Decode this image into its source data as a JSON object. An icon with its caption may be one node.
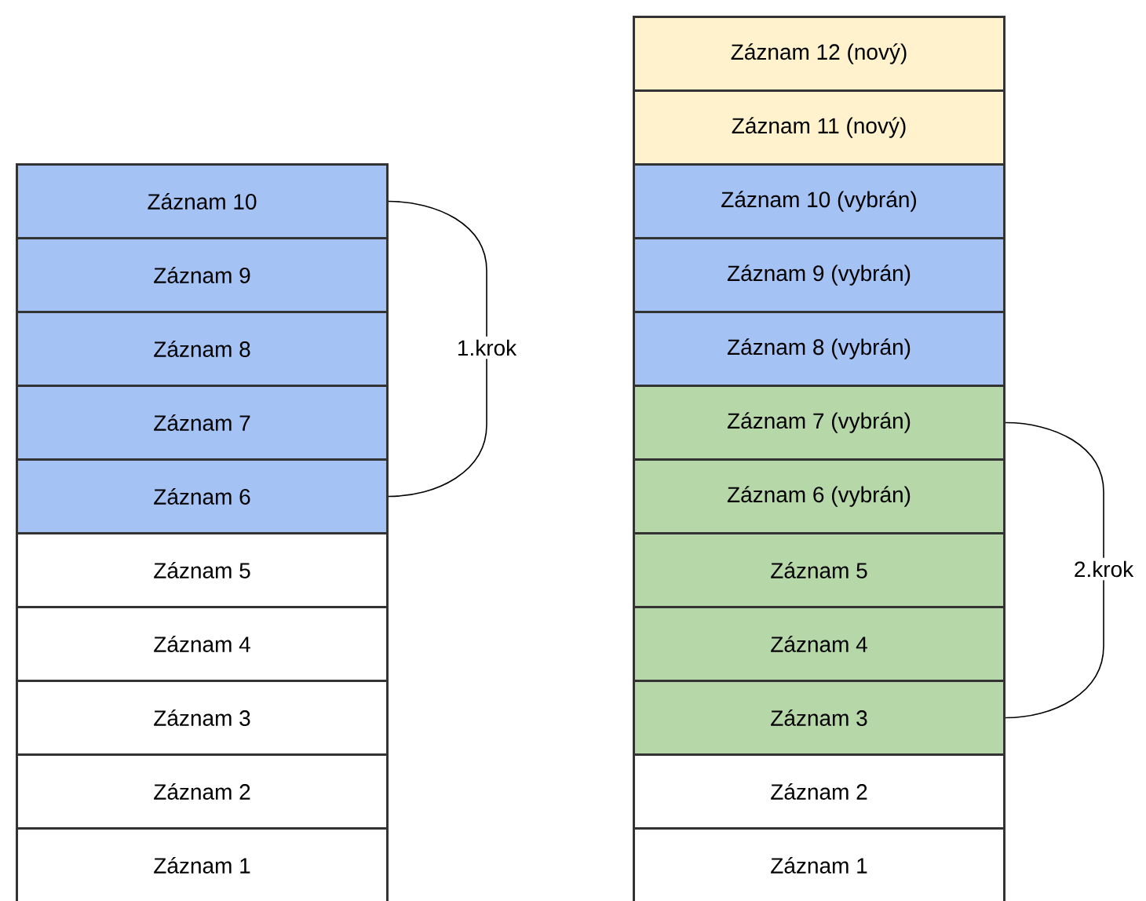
{
  "diagram": {
    "nodes": [
      {
        "text": [
          "Záznam 10"
        ]
      },
      {
        "text": [
          "Záznam 9"
        ]
      },
      {
        "text": [
          "Záznam 8"
        ]
      },
      {
        "text": [
          "Záznam 7"
        ]
      },
      {
        "text": [
          "Záznam 6"
        ]
      },
      {
        "text": [
          "Záznam 5"
        ]
      },
      {
        "text": [
          "Záznam 4"
        ]
      },
      {
        "text": [
          "Záznam 3"
        ]
      },
      {
        "text": [
          "Záznam 2"
        ]
      },
      {
        "text": [
          "Záznam 1"
        ]
      },
      {
        "text": [
          "Záznam 12 (nový)"
        ]
      },
      {
        "text": [
          "Záznam 11 (nový)"
        ]
      },
      {
        "text": [
          "Záznam 10 (vybrán)"
        ]
      },
      {
        "text": [
          "Záznam 9 (vybrán)"
        ]
      },
      {
        "text": [
          "Záznam 8 (vybrán)"
        ]
      },
      {
        "text": [
          "Záznam 7 (vybrán)"
        ]
      },
      {
        "text": [
          "Záznam 6 (vybrán)"
        ]
      },
      {
        "text": [
          "Záznam 5"
        ]
      },
      {
        "text": [
          "Záznam 4"
        ]
      },
      {
        "text": [
          "Záznam 3"
        ]
      },
      {
        "text": [
          "Záznam 2"
        ]
      },
      {
        "text": [
          "Záznam 1"
        ]
      }
    ],
    "edges": [
      {
        "from": 0,
        "to": 4,
        "arrow": "none",
        "label": "1.krok"
      },
      {
        "from": 15,
        "to": 19,
        "arrow": "none",
        "label": "2.krok"
      }
    ]
  }
}
